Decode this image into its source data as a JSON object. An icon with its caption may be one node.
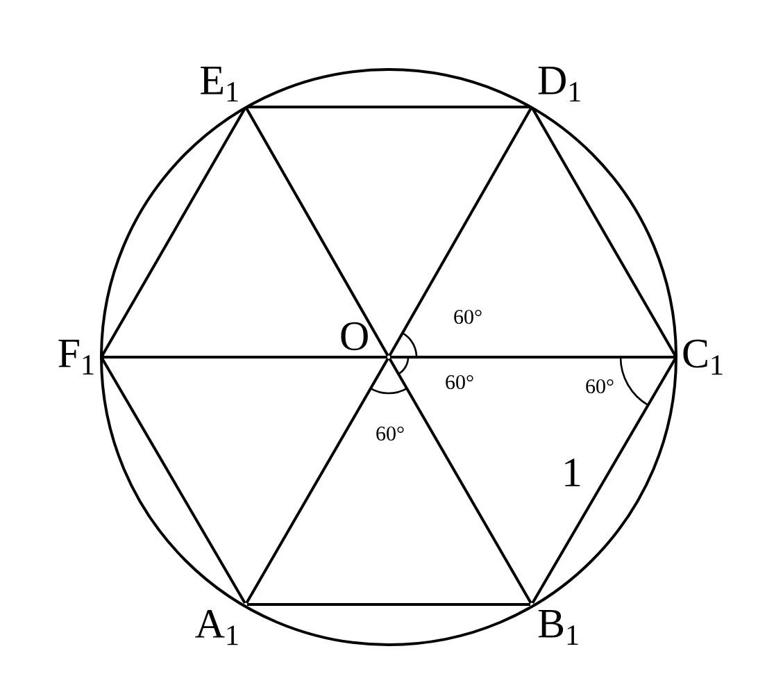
{
  "diagram": {
    "nodes": [
      {
        "text": [
          "E$_{1}$"
        ]
      },
      {
        "text": [
          "D$_{1}$"
        ]
      },
      {
        "text": [
          "F$_{1}$"
        ]
      },
      {
        "text": [
          "O"
        ]
      },
      {
        "text": [
          "C$_{1}$"
        ]
      },
      {
        "text": [
          "A$_{1}$"
        ]
      },
      {
        "text": [
          "B$_{1}$"
        ]
      }
    ],
    "edges": [
      {
        "from": 0,
        "to": 1,
        "arrow": "none"
      },
      {
        "from": 1,
        "to": 4,
        "arrow": "none"
      },
      {
        "from": 4,
        "to": 6,
        "arrow": "none",
        "label": "1"
      },
      {
        "from": 6,
        "to": 5,
        "arrow": "none"
      },
      {
        "from": 5,
        "to": 2,
        "arrow": "none"
      },
      {
        "from": 2,
        "to": 0,
        "arrow": "none"
      },
      {
        "from": 3,
        "to": 0,
        "arrow": "none"
      },
      {
        "from": 3,
        "to": 1,
        "arrow": "none"
      },
      {
        "from": 3,
        "to": 4,
        "arrow": "none"
      },
      {
        "from": 3,
        "to": 6,
        "arrow": "none"
      },
      {
        "from": 3,
        "to": 5,
        "arrow": "none"
      },
      {
        "from": 3,
        "to": 2,
        "arrow": "none"
      }
    ],
    "labels": [
      "60°",
      "60°",
      "60°",
      "60°"
    ]
  }
}
